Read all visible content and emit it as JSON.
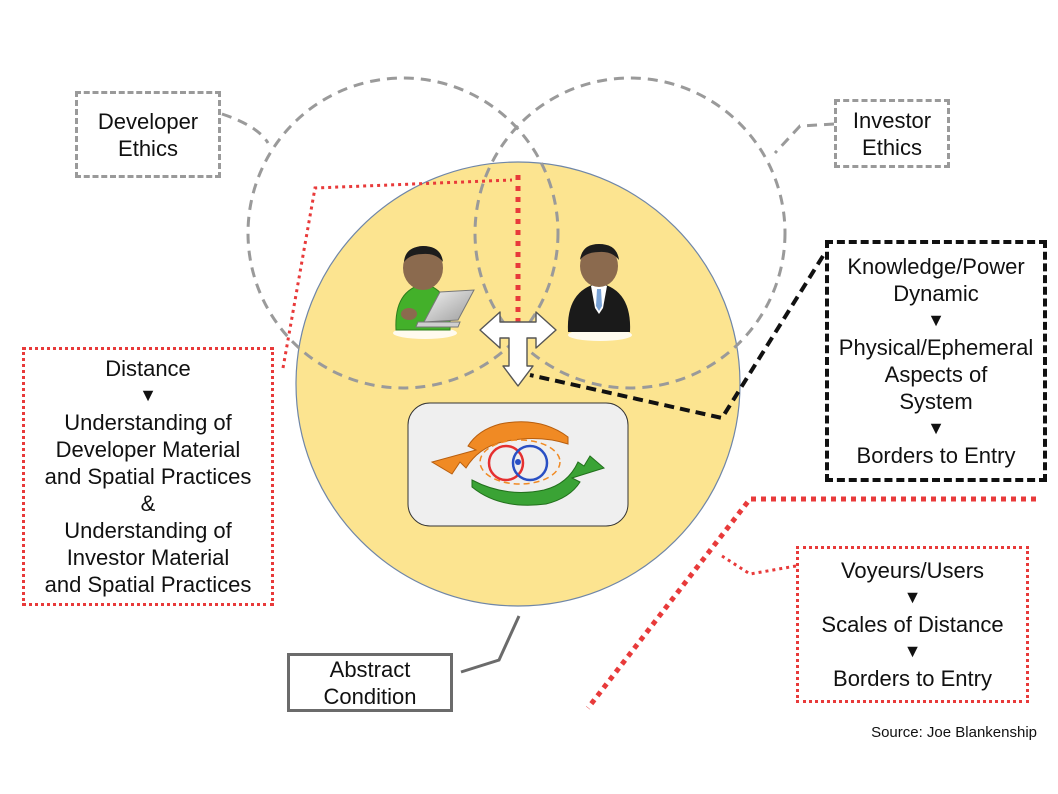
{
  "labels": {
    "developer_ethics": [
      "Developer",
      "Ethics"
    ],
    "investor_ethics": [
      "Investor",
      "Ethics"
    ],
    "distance": {
      "title": "Distance",
      "arrow": "▼",
      "line1": [
        "Understanding of",
        "Developer Material",
        "and Spatial Practices"
      ],
      "amp": "&",
      "line2": [
        "Understanding of",
        "Investor Material",
        "and Spatial Practices"
      ]
    },
    "knowledge": {
      "l1": [
        "Knowledge/Power",
        "Dynamic"
      ],
      "arrow": "▼",
      "l2": [
        "Physical/Ephemeral",
        "Aspects of",
        "System"
      ],
      "l3": "Borders to Entry"
    },
    "voyeurs": {
      "l1": "Voyeurs/Users",
      "arrow": "▼",
      "l2": "Scales of Distance",
      "l3": "Borders to Entry"
    },
    "abstract_condition": [
      "Abstract",
      "Condition"
    ]
  },
  "source": "Source: Joe Blankenship",
  "colors": {
    "big_circle_fill": "#fce490",
    "big_circle_stroke": "#6f86a8",
    "dashed_gray": "#9a9a9a",
    "dotted_red": "#e83a3a",
    "orange_arrow": "#f08a24",
    "green_arrow": "#3aa335",
    "developer_shirt": "#43b02a",
    "investor_suit": "#1a1a1a"
  }
}
